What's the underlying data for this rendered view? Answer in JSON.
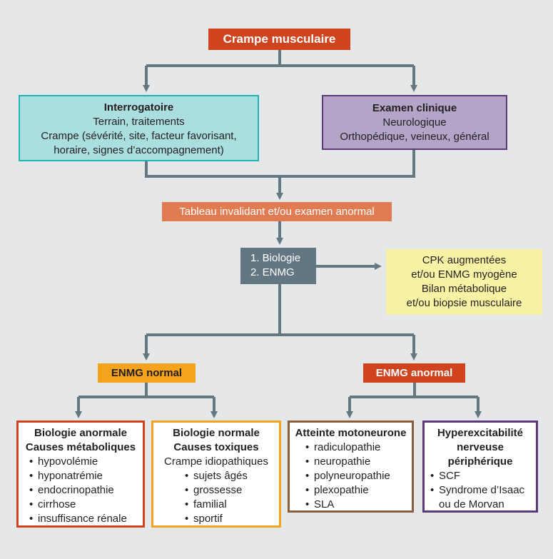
{
  "title": "Crampe musculaire",
  "interrogatoire": {
    "title": "Interrogatoire",
    "lines": [
      "Terrain, traitements",
      "Crampe (sévérité, site, facteur favorisant,",
      "horaire, signes d’accompagnement)"
    ]
  },
  "examen": {
    "title": "Examen clinique",
    "lines": [
      "Neurologique",
      "Orthopédique, veineux, général"
    ]
  },
  "tableau": "Tableau invalidant et/ou examen anormal",
  "biologie": {
    "lines": [
      "1. Biologie",
      "2. ENMG"
    ]
  },
  "cpk": {
    "lines": [
      "CPK augmentées",
      "et/ou ENMG myogène",
      "Bilan métabolique",
      "et/ou biopsie musculaire"
    ]
  },
  "enmg_normal": "ENMG normal",
  "enmg_anormal": "ENMG anormal",
  "bio_anormale": {
    "title": "Biologie anormale",
    "subtitle": "Causes métaboliques",
    "items": [
      "hypovolémie",
      "hyponatrémie",
      "endocrinopathie",
      "cirrhose",
      "insuffisance rénale"
    ]
  },
  "bio_normale": {
    "title": "Biologie normale",
    "subtitle": "Causes toxiques",
    "line": "Crampe idiopathiques",
    "items": [
      "sujets âgés",
      "grossesse",
      "familial",
      "sportif"
    ]
  },
  "motoneurone": {
    "title": "Atteinte motoneurone",
    "items": [
      "radiculopathie",
      "neuropathie",
      "polyneuropathie",
      "plexopathie",
      "SLA"
    ]
  },
  "hyperexcit": {
    "title_lines": [
      "Hyperexcitabilité",
      "nerveuse",
      "périphérique"
    ],
    "items": [
      "SCF",
      "Syndrome d’Isaac"
    ],
    "item_continuation": "ou de Morvan"
  },
  "colors": {
    "background": "#e6e7e9",
    "connector": "#647882",
    "title_red": "#d0431f",
    "teal_fill": "#aadedf",
    "teal_border": "#1fb3b3",
    "purple_fill": "#b2a5c8",
    "purple_border": "#5a3a78",
    "tableau_orange": "#e07b52",
    "biologie_slate": "#637782",
    "cpk_yellow": "#f8f3a4",
    "enmg_normal_orange": "#f5a21d",
    "enmg_anormal_red": "#d0431f",
    "box_red_border": "#d0431f",
    "box_orange_border": "#f5a21d",
    "box_brown_border": "#8c5e3c",
    "box_purple_border": "#5a3a78"
  }
}
